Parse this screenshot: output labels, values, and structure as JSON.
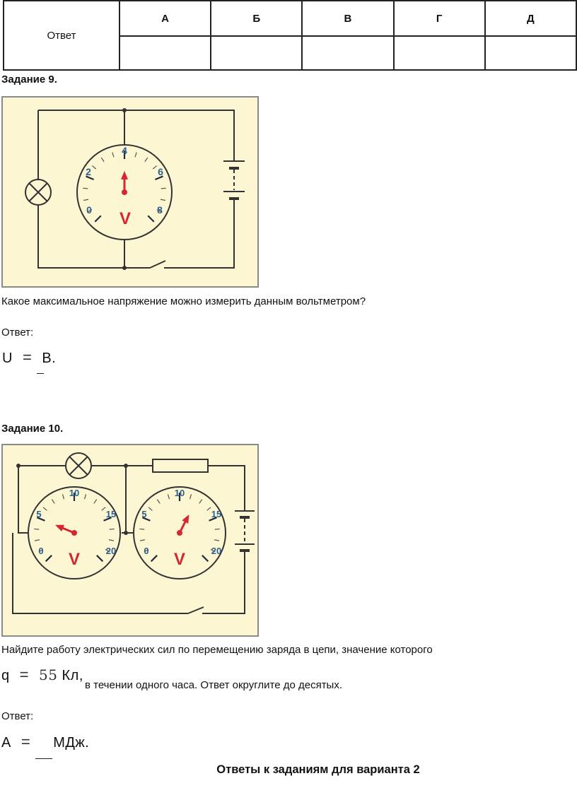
{
  "answer_table": {
    "row_label": "Ответ",
    "columns": [
      "А",
      "Б",
      "В",
      "Г",
      "Д"
    ]
  },
  "task9": {
    "heading": "Задание 9.",
    "meter": {
      "scale_labels": [
        "0",
        "2",
        "4",
        "6",
        "8"
      ],
      "unit_symbol": "V",
      "needle_reading": 4
    },
    "question": "Какое максимальное напряжение можно измерить данным вольтметром?",
    "answer_label": "Ответ:",
    "formula": {
      "var": "U",
      "eq": "=",
      "unit": "В."
    }
  },
  "task10": {
    "heading": "Задание 10.",
    "meter_left": {
      "scale_labels": [
        "0",
        "5",
        "10",
        "15",
        "20"
      ],
      "unit_symbol": "V",
      "needle_reading": 5
    },
    "meter_right": {
      "scale_labels": [
        "0",
        "5",
        "10",
        "15",
        "20"
      ],
      "unit_symbol": "V",
      "needle_reading": 12
    },
    "question": "Найдите работу электрических сил по перемещению заряда в цепи, значение которого",
    "charge": {
      "var": "q",
      "eq": "=",
      "value": "55",
      "unit": "Кл,"
    },
    "question_cont": "в течении одного часа. Ответ округлите до десятых.",
    "answer_label": "Ответ:",
    "formula": {
      "var": "А",
      "eq": "=",
      "unit": "МДж."
    }
  },
  "section_title": "Ответы к заданиям для варианта 2",
  "colors": {
    "panel_bg": "#fdf6d3",
    "panel_border": "#8a8a8a",
    "wire": "#333333",
    "scale_blue": "#2d5f8f",
    "needle_red": "#d62731"
  }
}
